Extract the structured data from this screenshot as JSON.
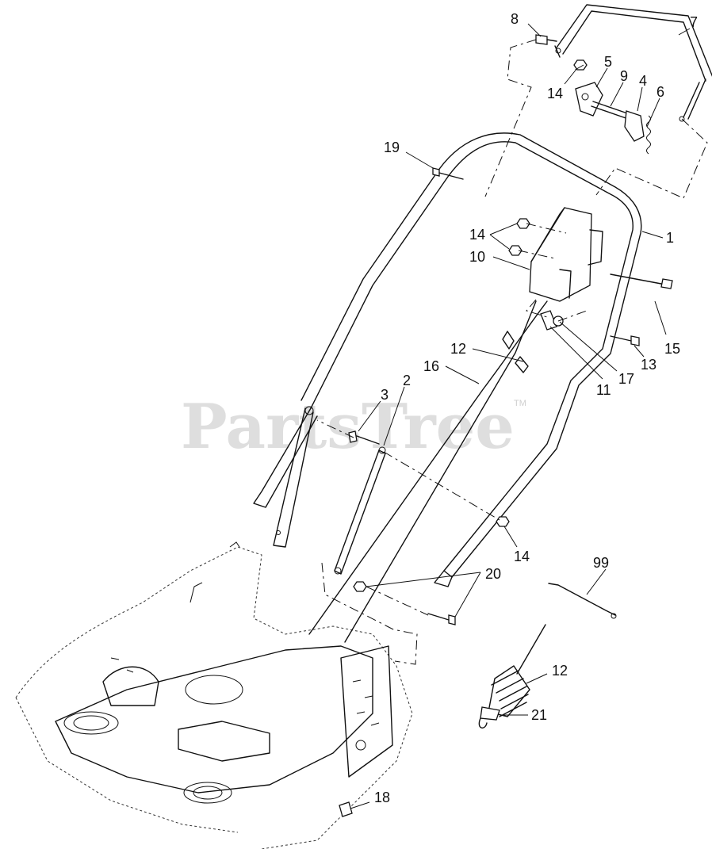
{
  "diagram": {
    "watermark": "PartsTree",
    "trademark": "TM",
    "callouts": [
      {
        "id": "c8",
        "text": "8"
      },
      {
        "id": "c7",
        "text": "7"
      },
      {
        "id": "c5",
        "text": "5"
      },
      {
        "id": "c9",
        "text": "9"
      },
      {
        "id": "c4",
        "text": "4"
      },
      {
        "id": "c6",
        "text": "6"
      },
      {
        "id": "c14a",
        "text": "14"
      },
      {
        "id": "c19",
        "text": "19"
      },
      {
        "id": "c14b",
        "text": "14"
      },
      {
        "id": "c1",
        "text": "1"
      },
      {
        "id": "c10",
        "text": "10"
      },
      {
        "id": "c12a",
        "text": "12"
      },
      {
        "id": "c16",
        "text": "16"
      },
      {
        "id": "c15",
        "text": "15"
      },
      {
        "id": "c13",
        "text": "13"
      },
      {
        "id": "c17",
        "text": "17"
      },
      {
        "id": "c11",
        "text": "11"
      },
      {
        "id": "c3",
        "text": "3"
      },
      {
        "id": "c2",
        "text": "2"
      },
      {
        "id": "c14c",
        "text": "14"
      },
      {
        "id": "c99",
        "text": "99"
      },
      {
        "id": "c20",
        "text": "20"
      },
      {
        "id": "c12b",
        "text": "12"
      },
      {
        "id": "c21",
        "text": "21"
      },
      {
        "id": "c18",
        "text": "18"
      }
    ]
  }
}
